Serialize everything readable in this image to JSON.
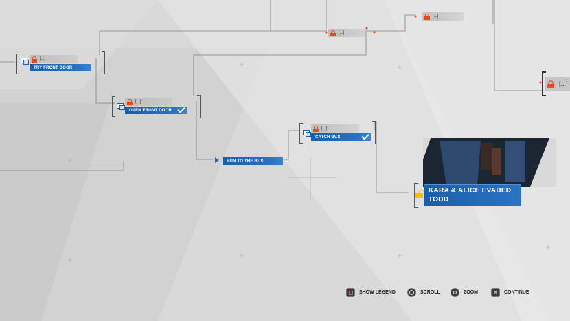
{
  "nodes": {
    "try_front_door": {
      "locked_label": "[...]",
      "label": "TRY FRONT DOOR"
    },
    "open_front_door": {
      "locked_label": "[...]",
      "label": "OPEN FRONT DOOR"
    },
    "run_to_bus": {
      "label": "RUN TO THE BUS"
    },
    "catch_bus": {
      "locked_label": "[...]",
      "label": "CATCH BUS"
    },
    "top_locked_1": {
      "locked_label": "[...]"
    },
    "top_locked_2": {
      "locked_label": "[...]"
    },
    "right_locked": {
      "locked_label": "[...]"
    }
  },
  "ending": {
    "title": "KARA & ALICE EVADED TODD"
  },
  "controls": [
    {
      "icon": "square-button-icon",
      "label": "SHOW LEGEND"
    },
    {
      "icon": "r-stick-icon",
      "label": "SCROLL"
    },
    {
      "icon": "l-stick-icon",
      "label": "ZOOM"
    },
    {
      "icon": "cross-button-icon",
      "label": "CONTINUE"
    }
  ],
  "colors": {
    "accent_blue": "#1f66b4",
    "lock_orange": "#e8461c",
    "ending_yellow": "#f2c200"
  }
}
